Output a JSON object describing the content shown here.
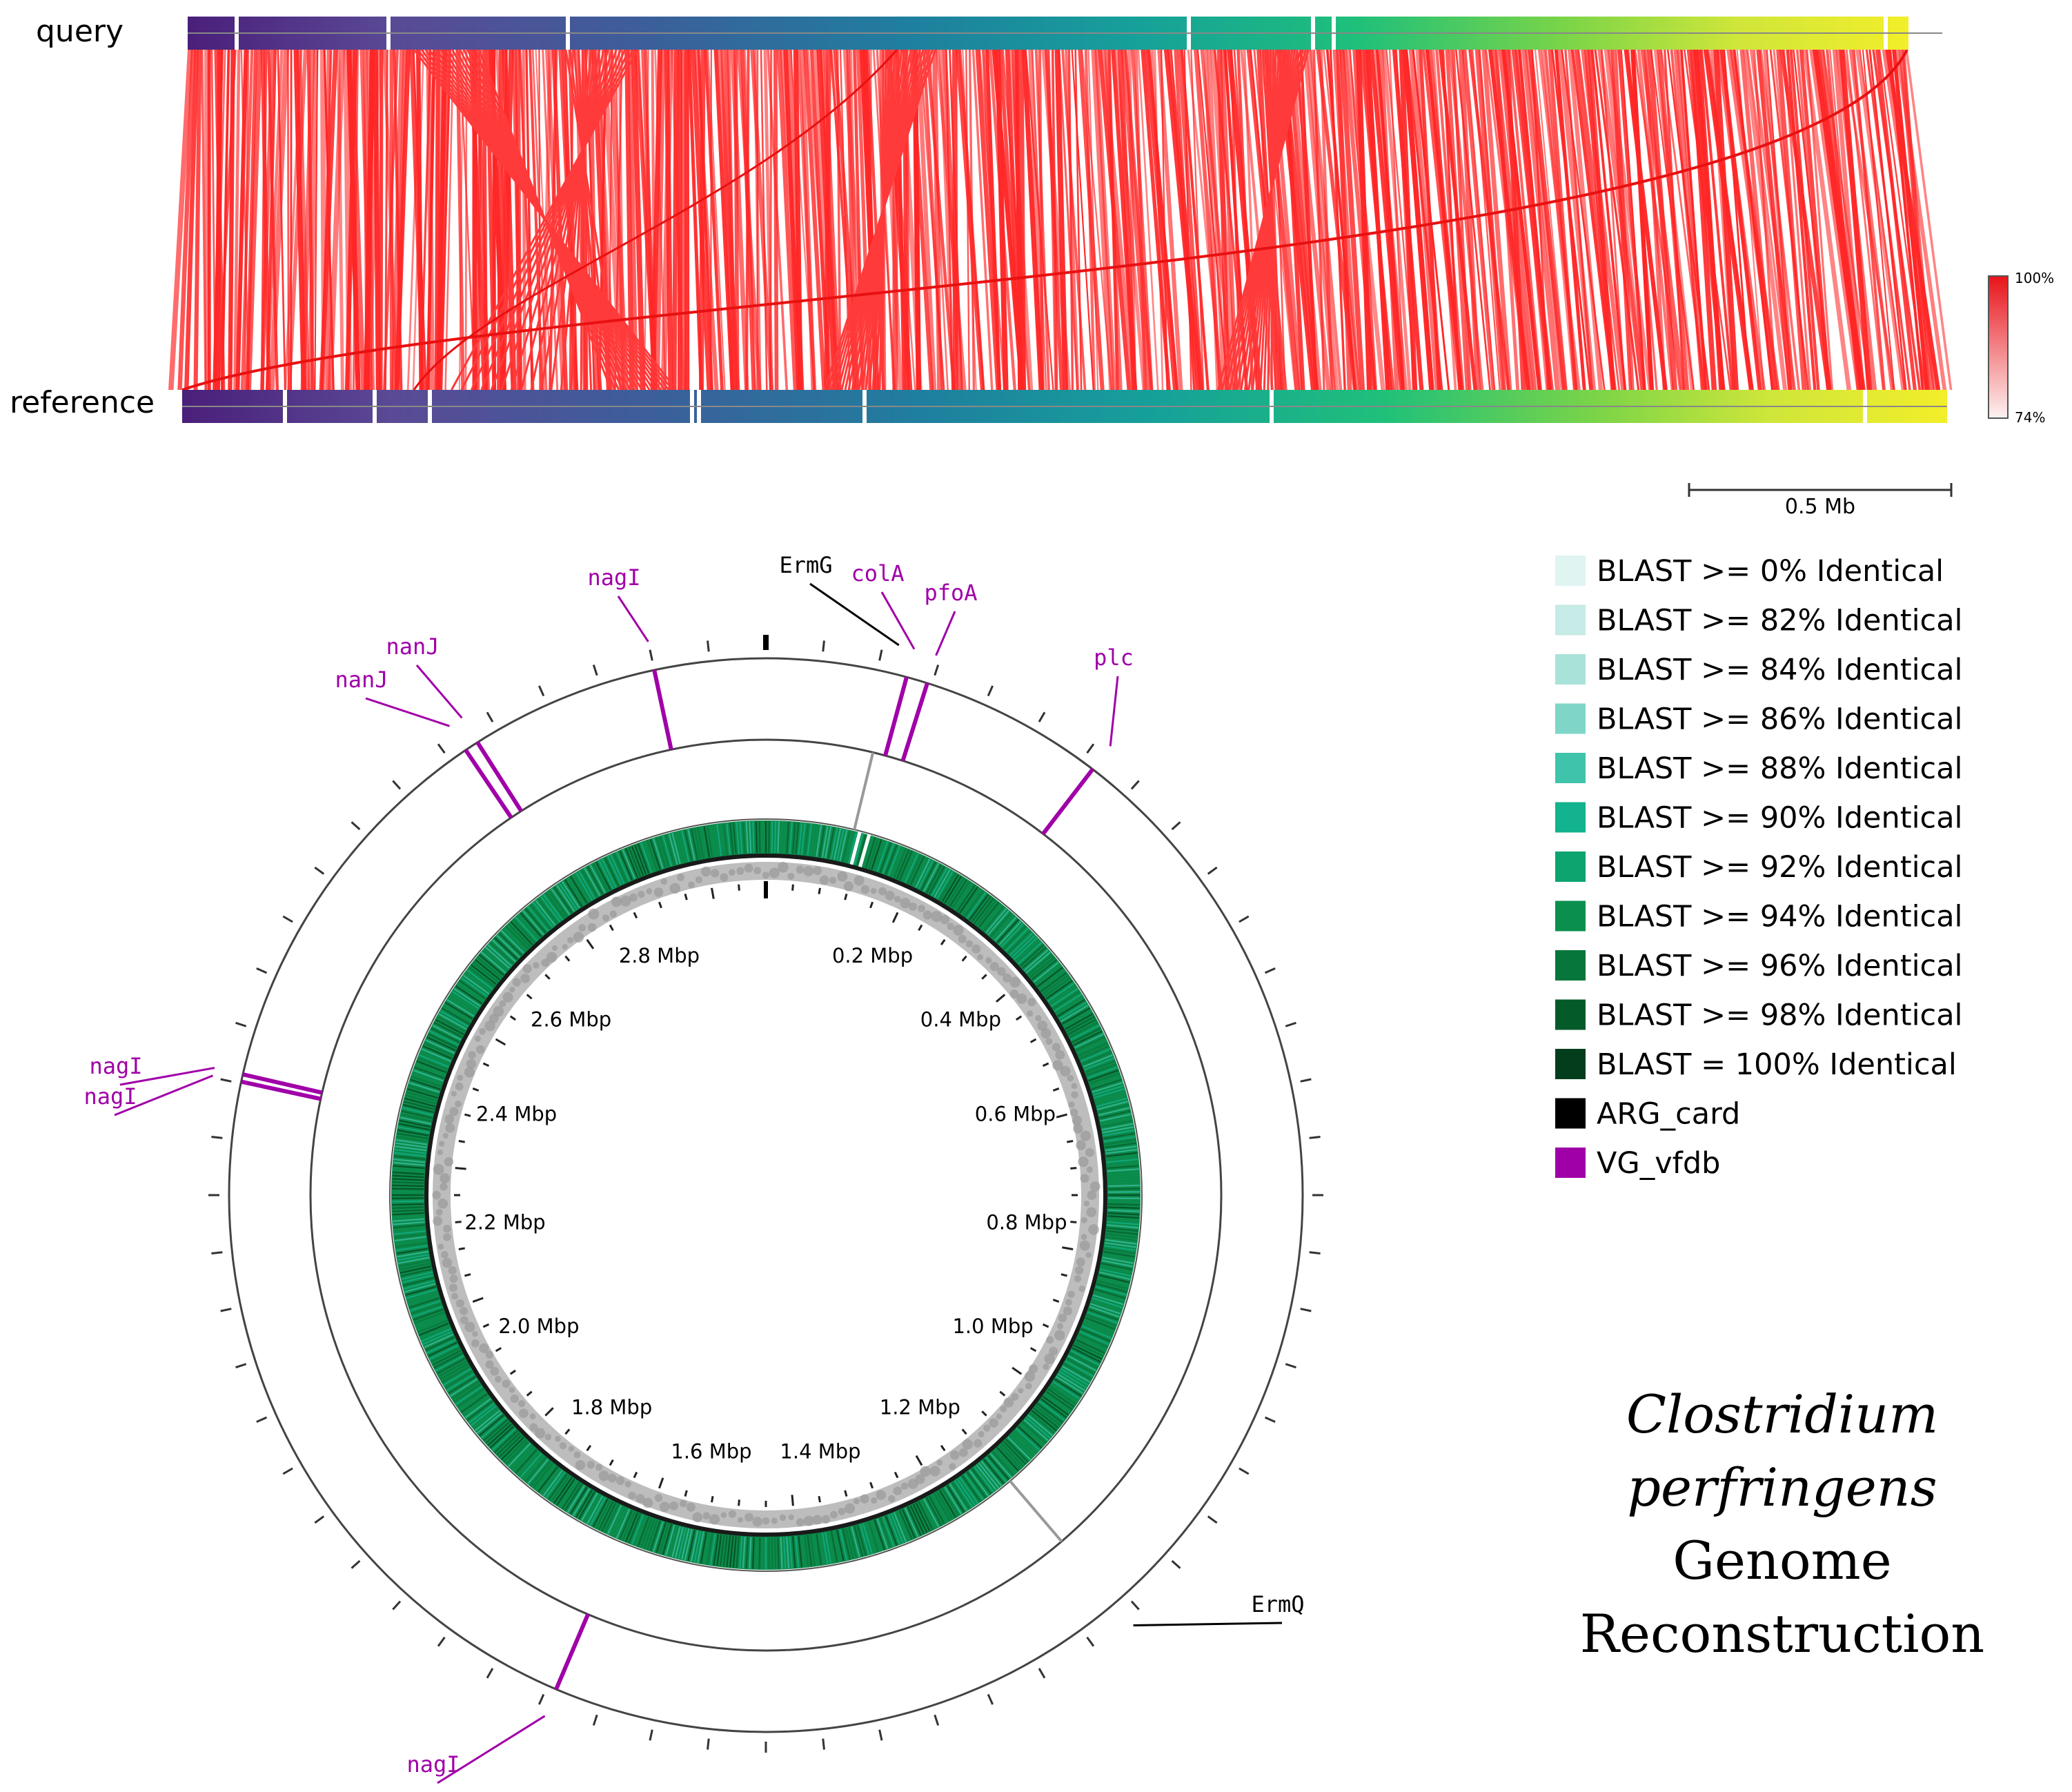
{
  "alignment": {
    "query_label": "query",
    "reference_label": "reference",
    "identity_scale": {
      "max": "100%",
      "min": "74%"
    },
    "scale_bar": "0.5 Mb"
  },
  "circular_map": {
    "tick_labels": [
      "0.2 Mbp",
      "0.4 Mbp",
      "0.6 Mbp",
      "0.8 Mbp",
      "1.0 Mbp",
      "1.2 Mbp",
      "1.4 Mbp",
      "1.6 Mbp",
      "1.8 Mbp",
      "2.0 Mbp",
      "2.2 Mbp",
      "2.4 Mbp",
      "2.6 Mbp",
      "2.8 Mbp"
    ],
    "genes": [
      {
        "name": "ErmG",
        "type": "ARG_card"
      },
      {
        "name": "colA",
        "type": "VG_vfdb"
      },
      {
        "name": "pfoA",
        "type": "VG_vfdb"
      },
      {
        "name": "plc",
        "type": "VG_vfdb"
      },
      {
        "name": "nagI",
        "type": "VG_vfdb"
      },
      {
        "name": "nanJ",
        "type": "VG_vfdb"
      },
      {
        "name": "nanJ",
        "type": "VG_vfdb"
      },
      {
        "name": "nagI",
        "type": "VG_vfdb"
      },
      {
        "name": "nagI",
        "type": "VG_vfdb"
      },
      {
        "name": "nagI",
        "type": "VG_vfdb"
      },
      {
        "name": "ErmQ",
        "type": "ARG_card"
      }
    ]
  },
  "legend": [
    {
      "label": "BLAST >= 0% Identical",
      "color": "#e0f4f2"
    },
    {
      "label": "BLAST >= 82% Identical",
      "color": "#c7ebe6"
    },
    {
      "label": "BLAST >= 84% Identical",
      "color": "#a9e2d9"
    },
    {
      "label": "BLAST >= 86% Identical",
      "color": "#7fd6c8"
    },
    {
      "label": "BLAST >= 88% Identical",
      "color": "#3fc4ab"
    },
    {
      "label": "BLAST >= 90% Identical",
      "color": "#12b38e"
    },
    {
      "label": "BLAST >= 92% Identical",
      "color": "#0ea46f"
    },
    {
      "label": "BLAST >= 94% Identical",
      "color": "#0a8f4e"
    },
    {
      "label": "BLAST >= 96% Identical",
      "color": "#07763a"
    },
    {
      "label": "BLAST >= 98% Identical",
      "color": "#055a2a"
    },
    {
      "label": "BLAST = 100% Identical",
      "color": "#033d1b"
    },
    {
      "label": "ARG_card",
      "color": "#000000"
    },
    {
      "label": "VG_vfdb",
      "color": "#a000a8"
    }
  ],
  "title": {
    "line1": "Clostridium",
    "line2": "perfringens",
    "line3": "Genome",
    "line4": "Reconstruction"
  },
  "colors": {
    "accent": "#ff1f1f",
    "vg": "#a000a8",
    "arg": "#000000"
  }
}
